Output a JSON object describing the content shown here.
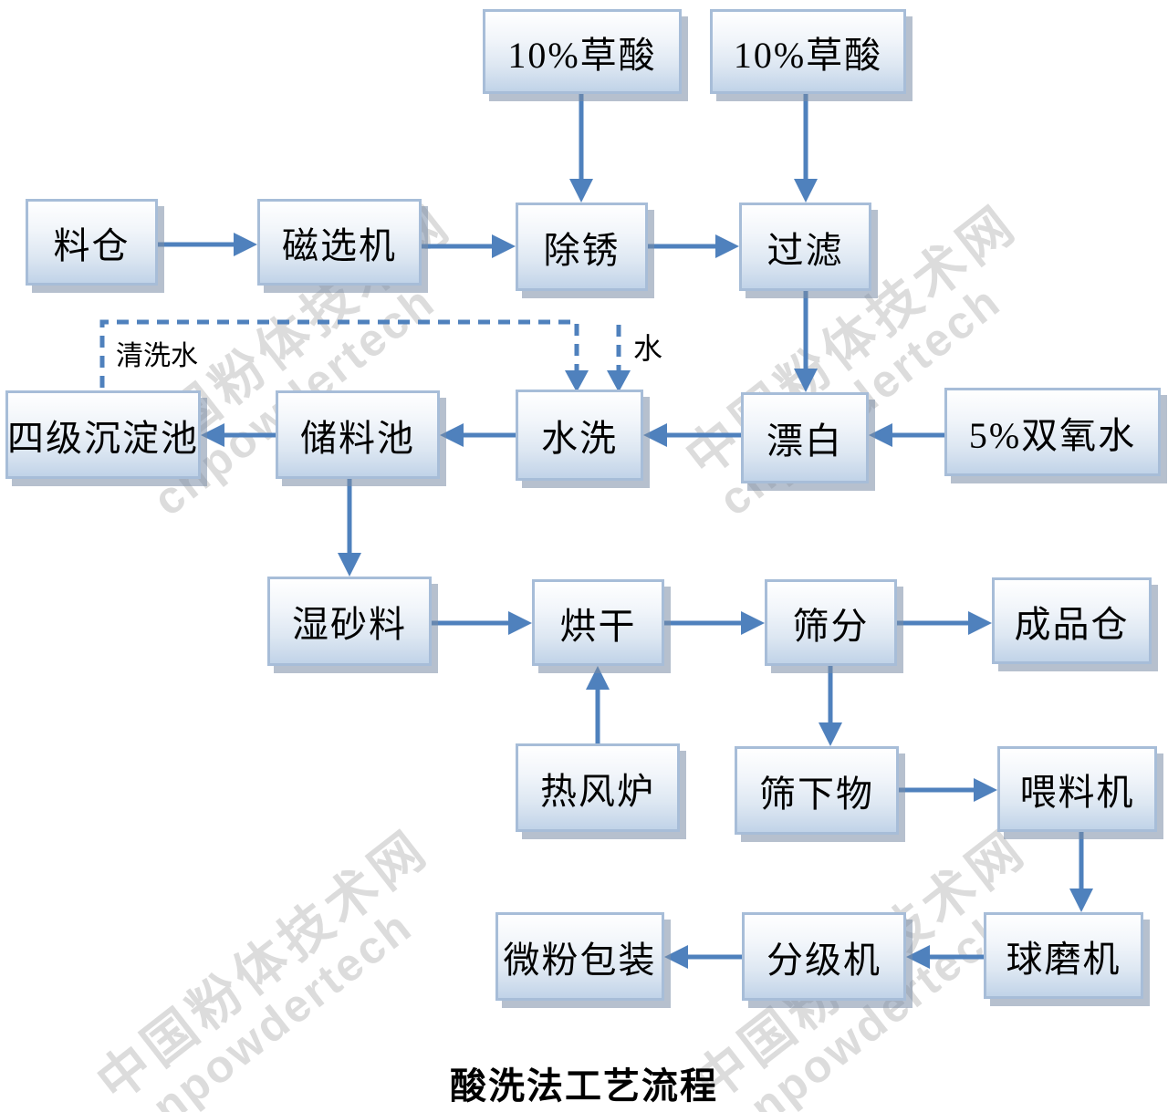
{
  "title": "酸洗法工艺流程",
  "watermark": {
    "line1": "中国粉体技术网",
    "line2": "cnpowdertech"
  },
  "labels": {
    "wash_water": "清洗水",
    "water": "水"
  },
  "nodes": {
    "oxalic1": "10%草酸",
    "oxalic2": "10%草酸",
    "silo": "料仓",
    "magnetic": "磁选机",
    "derust": "除锈",
    "filter": "过滤",
    "sedimentation": "四级沉淀池",
    "storage": "储料池",
    "waterwash": "水洗",
    "bleach": "漂白",
    "peroxide": "5%双氧水",
    "wetsand": "湿砂料",
    "dry": "烘干",
    "sieve": "筛分",
    "product": "成品仓",
    "furnace": "热风炉",
    "undersize": "筛下物",
    "feeder": "喂料机",
    "packing": "微粉包装",
    "classifier": "分级机",
    "ballmill": "球磨机"
  },
  "edges": [
    {
      "from": "料仓",
      "to": "磁选机",
      "style": "solid"
    },
    {
      "from": "磁选机",
      "to": "除锈",
      "style": "solid"
    },
    {
      "from": "10%草酸",
      "to": "除锈",
      "style": "solid"
    },
    {
      "from": "除锈",
      "to": "过滤",
      "style": "solid"
    },
    {
      "from": "10%草酸",
      "to": "过滤",
      "style": "solid"
    },
    {
      "from": "过滤",
      "to": "漂白",
      "style": "solid"
    },
    {
      "from": "5%双氧水",
      "to": "漂白",
      "style": "solid"
    },
    {
      "from": "漂白",
      "to": "水洗",
      "style": "solid"
    },
    {
      "from": "水洗",
      "to": "储料池",
      "style": "solid"
    },
    {
      "from": "储料池",
      "to": "四级沉淀池",
      "style": "solid"
    },
    {
      "from": "四级沉淀池",
      "to": "水洗",
      "style": "dashed",
      "label": "清洗水"
    },
    {
      "from": "",
      "to": "水洗",
      "style": "dashed",
      "label": "水"
    },
    {
      "from": "储料池",
      "to": "湿砂料",
      "style": "solid"
    },
    {
      "from": "湿砂料",
      "to": "烘干",
      "style": "solid"
    },
    {
      "from": "热风炉",
      "to": "烘干",
      "style": "solid"
    },
    {
      "from": "烘干",
      "to": "筛分",
      "style": "solid"
    },
    {
      "from": "筛分",
      "to": "成品仓",
      "style": "solid"
    },
    {
      "from": "筛分",
      "to": "筛下物",
      "style": "solid"
    },
    {
      "from": "筛下物",
      "to": "喂料机",
      "style": "solid"
    },
    {
      "from": "喂料机",
      "to": "球磨机",
      "style": "solid"
    },
    {
      "from": "球磨机",
      "to": "分级机",
      "style": "solid"
    },
    {
      "from": "分级机",
      "to": "微粉包装",
      "style": "solid"
    }
  ],
  "colors": {
    "arrow": "#4f81bd",
    "box_border": "#a7bdd8",
    "box_fill_bottom": "#c1d3e8",
    "watermark": "#dcdcdc"
  }
}
